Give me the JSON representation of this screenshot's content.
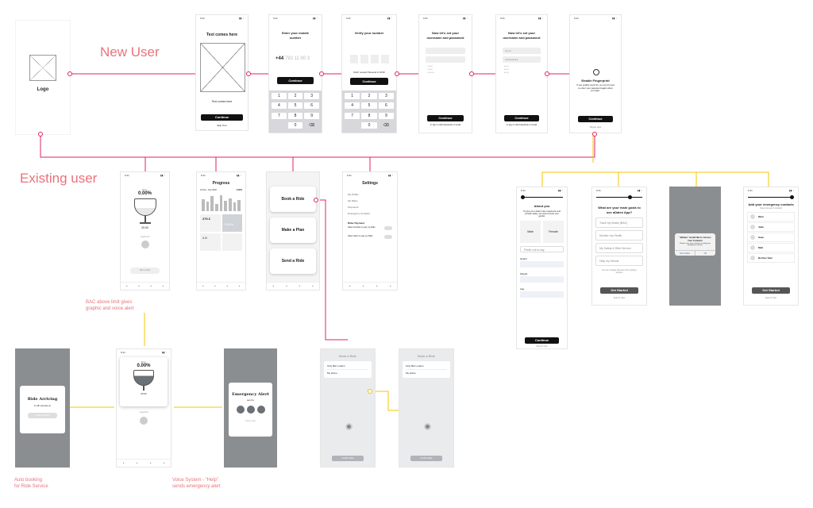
{
  "labels": {
    "new_user": "New User",
    "existing_user": "Existing user",
    "bac_note1": "BAC above limit gives",
    "bac_note2": "graphic and voice alert",
    "auto1": "Auto booking",
    "auto2": "for Ride Service",
    "voice1": "Voice System - “Help”",
    "voice2": "sends emergency alert"
  },
  "status": {
    "time": "9:41"
  },
  "splash": {
    "logo": "Logo"
  },
  "intro": {
    "title": "Text comes here",
    "body": "Text comes here",
    "button": "Continue",
    "skip": "Skip Tour"
  },
  "phone": {
    "title": "Enter your mobile number",
    "code": "+44",
    "placeholder": "793 11 90 3",
    "button": "Continue",
    "keys": [
      "1",
      "2",
      "3",
      "4",
      "5",
      "6",
      "7",
      "8",
      "9",
      "",
      "0",
      "⌫"
    ]
  },
  "verify": {
    "title": "Verify your number",
    "resend": "Didn't receive? Resend in 00:30",
    "button": "Continue"
  },
  "username": {
    "title": "Now let's set your username and password",
    "button": "Continue",
    "social": "or sign in with Facebook or Gmail"
  },
  "password": {
    "title": "Now let's set your username and password",
    "email": "Name",
    "pass": "●●●●●●●●●",
    "button": "Continue",
    "social": "or sign in with Facebook or Gmail"
  },
  "fingerprint": {
    "title": "Enable Fingerprint",
    "body": "If you enable touch ID, you won't need to enter your password again when you login.",
    "button": "Continue",
    "later": "Maybe later"
  },
  "home": {
    "bac": "BAC",
    "value": "0.00%",
    "time": "20:00",
    "limit": "Legal limit",
    "switch": "Tap to sober"
  },
  "progress": {
    "title": "Progress",
    "left": "21 Nov - Nov 2020",
    "right": "0.00%",
    "card1": "270 £",
    "card2": "0.00%",
    "card3": "2.8"
  },
  "ride": {
    "book": "Book a Ride",
    "plan": "Make a Plan",
    "send": "Send a Ride"
  },
  "settings": {
    "title": "Settings",
    "items": [
      "My Profile",
      "My Rides",
      "Payments",
      "Emergency Contacts"
    ],
    "section": "Rider Payment",
    "t1": "Allow contacts to pay my Ride",
    "t2": "Allow riders to pay my Ride"
  },
  "about": {
    "title": "About you",
    "sub": "To give you a better user experience and provide safety, we need to know your gender",
    "male": "Male",
    "female": "Female",
    "prefer": "Prefer not to say",
    "height": "Height",
    "weight": "Weight",
    "age": "Age",
    "button": "Continue",
    "skip": "Skip for Now"
  },
  "goals": {
    "title": "What are your main goals to use aDates App?",
    "items": [
      "Track my Intake (BAC)",
      "Monitor my Health",
      "My Safety & Ride Service",
      "Help my friends"
    ],
    "note": "You can manage this later from settings, anytime",
    "button": "Get Started",
    "skip": "Skip for Now"
  },
  "permission": {
    "title": "\"aDates\" would like to Access Your Contacts",
    "body": "aDates uses your contacts to notify your emergency contacts",
    "deny": "Don't Allow",
    "ok": "OK"
  },
  "contacts": {
    "title": "Add your emergency contacts",
    "sub": "(Select at least 3 contacts)",
    "items": [
      "Mum",
      "Julia",
      "Sean",
      "Matt",
      "Brother Sam"
    ],
    "button": "Get Started",
    "skip": "Skip for Now"
  },
  "arriving": {
    "title": "Ride Arriving",
    "sub": "in 28 minutes to",
    "btn": "Cancel the Ride"
  },
  "alert": {
    "home_time": "20:42",
    "home_limit": "Legal limit"
  },
  "emergency": {
    "title": "Emergency Alert",
    "sub": "sent to",
    "cancel": "Cancel alert"
  },
  "map1": {
    "title": "Book a Ride",
    "from": "Only Bar London",
    "to": "My Home",
    "btn": "Confirm Ride"
  },
  "map2": {
    "title": "Book a Ride",
    "from": "Only Bar London",
    "to": "My Home",
    "btn": "Confirm Ride"
  }
}
